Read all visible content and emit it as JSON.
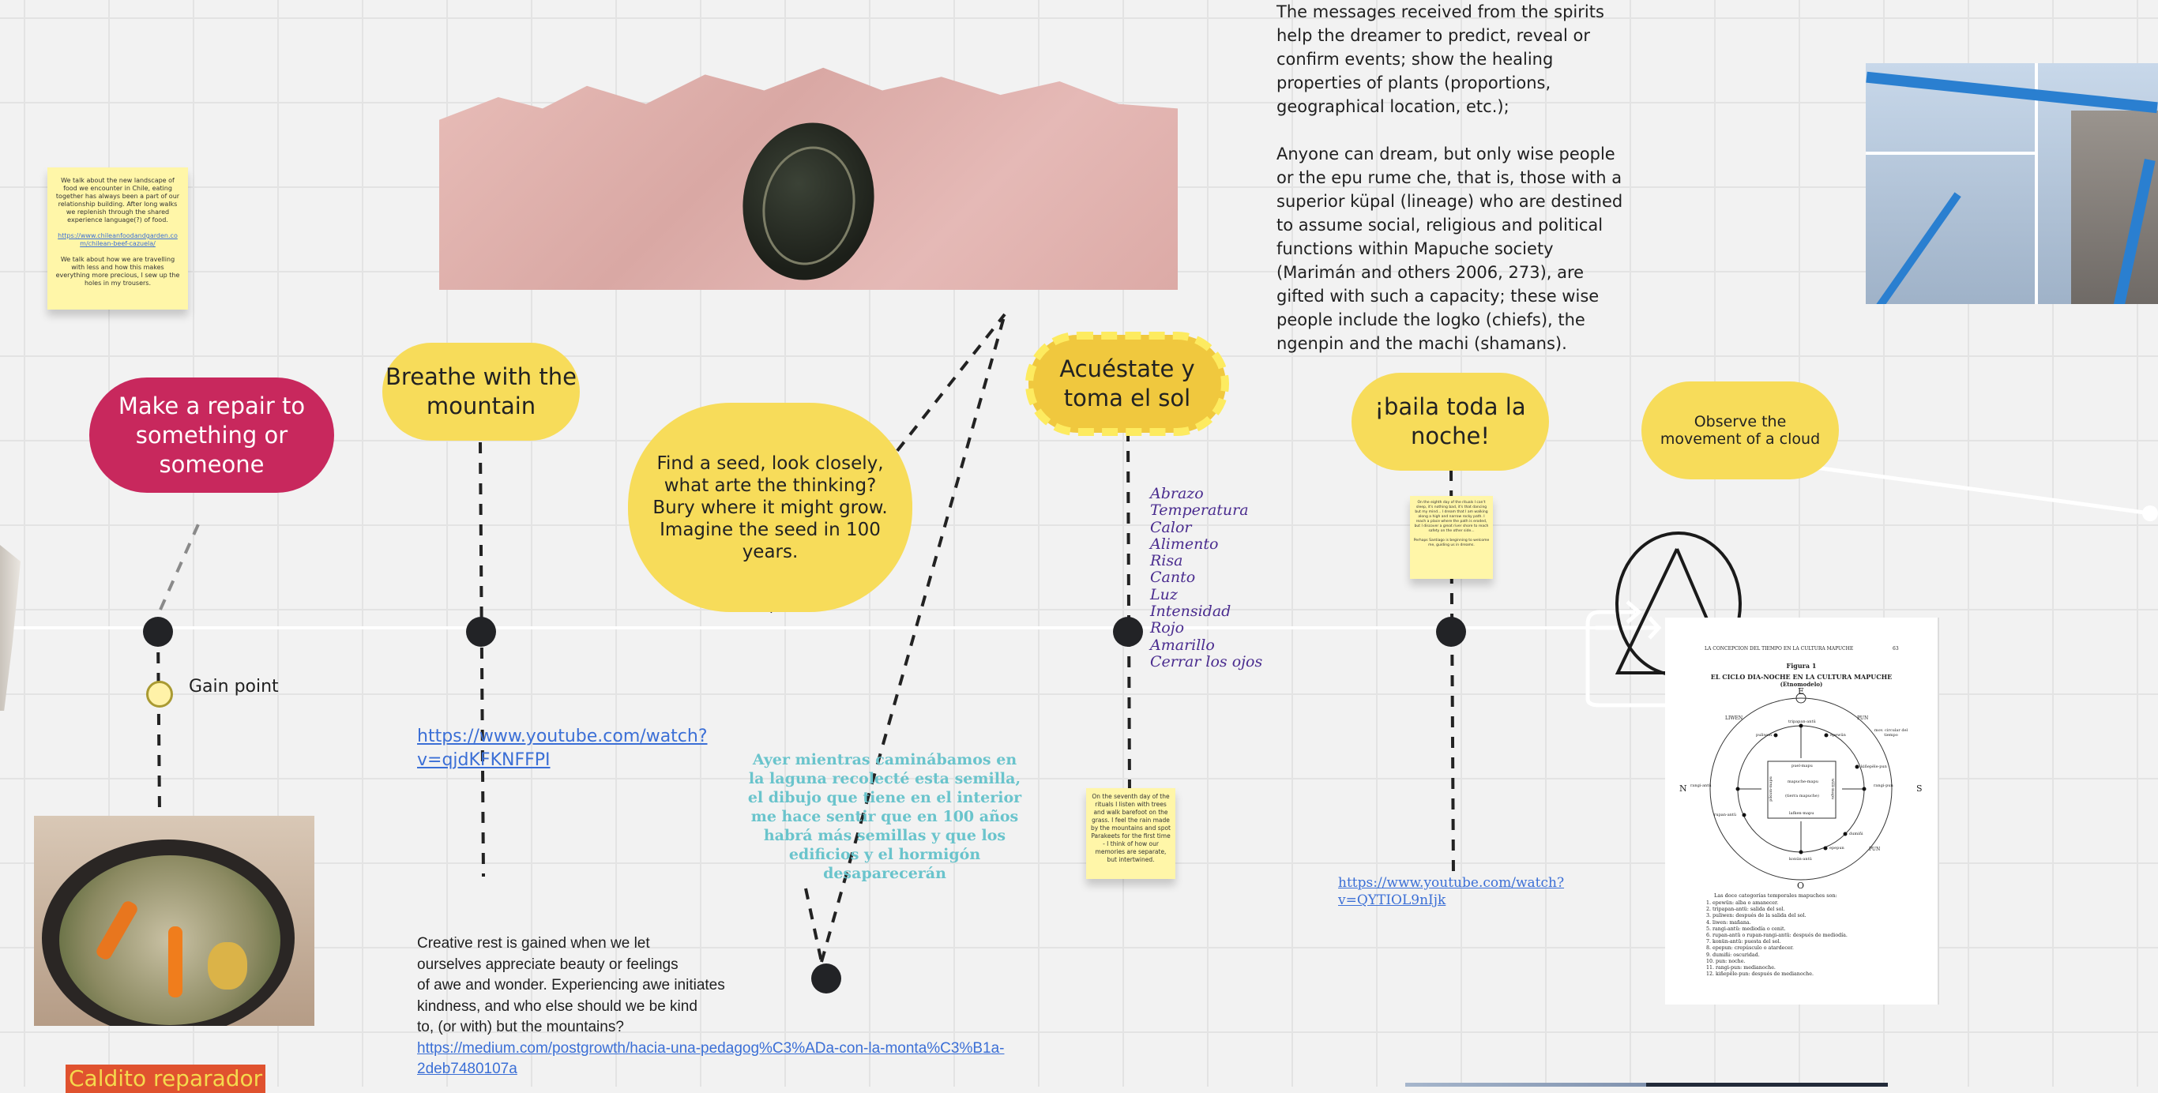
{
  "canvas": {
    "accent_pink": "#c8285d",
    "accent_yellow": "#f7dc5a",
    "accent_gold": "#f0c83e",
    "accent_cyan": "#6ac4cc",
    "accent_purple": "#4a2c8f",
    "link_color": "#3b6fd6"
  },
  "sticky_notes": {
    "food": {
      "paragraph1": "We talk about the new landscape of food we encounter in Chile, eating together has always been a part of our relationship building. After long walks we replenish through the shared experience language(?) of food.",
      "link": "https://www.chileanfoodandgarden.com/chilean-beef-cazuela/",
      "paragraph2": "We talk about how we are travelling with less and how this makes everything more precious, I sew up the holes in my trousers."
    },
    "seventh_day": "On the seventh day of the rituals I listen with trees and walk barefoot on the grass. I feel the rain made by the mountains and spot Parakeets for the first time - I think of how our memories are separate, but intertwined.",
    "dance_night": {
      "paragraph1": "On the eighth day of the rituals I can't sleep, it's nothing bad, it's that dancing but my mind... I dream that I am walking along a high and narrow rocky path. I reach a place where the path is eroded, but I discover a great river shore to reach safety on the other side...",
      "paragraph2": "Perhaps Santiago is beginning to welcome me, guiding us in dreams."
    }
  },
  "shapes": {
    "repair": "Make a repair to something or someone",
    "mountain": "Breathe with the mountain",
    "seed": "Find a seed, look closely, what arte the thinking?Bury where it might grow. Imagine the seed in 100 years.",
    "sun": "Acuéstate y toma el sol",
    "dance": "¡baila toda la noche!",
    "cloud": "Observe the movement of a cloud"
  },
  "gain_point": {
    "label": "Gain point"
  },
  "links": {
    "youtube1_line1": "https://www.youtube.com/watch?",
    "youtube1_line2": "v=qjdKFKNFFPI",
    "youtube2_line1": "https://www.youtube.com/watch?",
    "youtube2_line2": "v=QYTIOL9nIjk",
    "medium_line1": "https://medium.com/postgrowth/hacia-una-pedagog%C3%ADa-con-la-monta%C3%B1a-",
    "medium_line2": "2deb7480107a"
  },
  "creative_rest": [
    "Creative rest is gained when we let",
    "ourselves appreciate beauty or feelings",
    "of awe and wonder. Experiencing awe initiates",
    "kindness, and who else should we be kind",
    "to, (or with) but the mountains?"
  ],
  "seed_story": "Ayer mientras caminábamos en la laguna recolecté esta semilla, el dibujo que tiene en el interior me hace sentir que en 100 años habrá más semillas y que los edificios y el hormigón desaparecerán",
  "word_list": [
    "Abrazo",
    "Temperatura",
    "Calor",
    "Alimento",
    "Risa",
    "Canto",
    "Luz",
    "Intensidad",
    "Rojo",
    "Amarillo",
    "Cerrar los ojos"
  ],
  "dreams_text": {
    "paragraph1": "The messages received from the spirits help the dreamer to predict, reveal or confirm events; show the healing properties of plants (proportions, geographical location, etc.);",
    "paragraph2": "Anyone can dream, but only wise people or the epu rume che, that is, those with a superior küpal (lineage) who are destined to assume social, religious and political functions within Mapuche society (Marimán and others 2006, 273), are gifted with such a capacity; these wise people include the logko (chiefs), the ngenpin and the machi (shamans)."
  },
  "caldito_label": "Caldito reparador",
  "document": {
    "running_head": "LA CONCEPCION DEL TIEMPO EN LA CULTURA MAPUCHE",
    "page_number": "63",
    "figure_label": "Figura 1",
    "title": "EL CICLO DIA-NOCHE EN LA CULTURA MAPUCHE",
    "subtitle": "(Etnomodelo)",
    "compass": {
      "east": "E",
      "west": "O",
      "north": "N",
      "south": "S"
    },
    "diagram_labels": {
      "liwen": "LIWEN",
      "pun_top": "PUN",
      "pun_bottom": "PUN",
      "mov": "mov. circular del tiempo",
      "tripapan": "tripapan-antü",
      "puliwen": "puliwen",
      "epewun": "epewün",
      "kinepele": "kiñepële-pun",
      "rangi_antu": "rangi-antü",
      "rangi_pun": "rangi-pun",
      "rupan": "rupan-antü",
      "dumiñ": "dumiñi",
      "epepun": "epepun",
      "konun": "konün-antü",
      "puel": "puel-mapu",
      "lafken": "lafken-mapu",
      "pikum": "pikum-mapu",
      "willi": "willi-mapu",
      "mapuche_mapu": "mapuche-mapu",
      "tierra": "(tierra mapuche)"
    },
    "list_intro": "Las doce categorías temporales mapuches son:",
    "list": [
      "1. epewün: alba o amanecer.",
      "2. tripapan-antü: salida del sol.",
      "3. puliwen: después de la salida del sol.",
      "4. liwen: mañana.",
      "5. rangi-antü: mediodía o cenit.",
      "6. rupan-antü o rupan-rangi-antü: después de mediodía.",
      "7. konün-antü: puesta del sol.",
      "8. epepun: crepúsculo o atardecer.",
      "9. dumiñi: oscuridad.",
      "10. pun: noche.",
      "11. rangi-pun: medianoche.",
      "12. kiñepële-pun: después de medianoche."
    ]
  }
}
